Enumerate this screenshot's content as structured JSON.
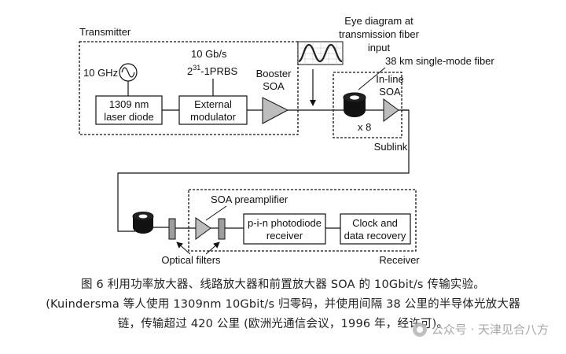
{
  "labels": {
    "transmitter": "Transmitter",
    "ten_ghz": "10 GHz",
    "laser_l1": "1309 nm",
    "laser_l2": "laser diode",
    "gbps": "10 Gb/s",
    "prbs_base": "2",
    "prbs_exp": "31",
    "prbs_rest": "-1PRBS",
    "mod_l1": "External",
    "mod_l2": "modulator",
    "booster_l1": "Booster",
    "booster_l2": "SOA",
    "eye_l1": "Eye diagram at",
    "eye_l2": "transmission fiber",
    "eye_l3": "input",
    "fiber": "38 km single-mode fiber",
    "inline_l1": "In-line",
    "inline_l2": "SOA",
    "x8": "x 8",
    "sublink": "Sublink",
    "preamp": "SOA preamplifier",
    "pin_l1": "p-i-n photodiode",
    "pin_l2": "receiver",
    "clock_l1": "Clock and",
    "clock_l2": "data recovery",
    "filters": "Optical filters",
    "receiver": "Receiver"
  },
  "caption": {
    "line1": "图 6 利用功率放大器、线路放大器和前置放大器 SOA 的 10Gbit/s 传输实验。",
    "line2": "(Kuindersma 等人使用 1309nm 10Gbit/s 归零码，并使用间隔 38 公里的半导体光放大器",
    "line3": "链，传输超过 420 公里 (欧洲光通信会议，1996 年，经许可)。"
  },
  "watermark": {
    "text": "公众号 · 天津见合八方",
    "icon": "wechat-logo-icon"
  }
}
